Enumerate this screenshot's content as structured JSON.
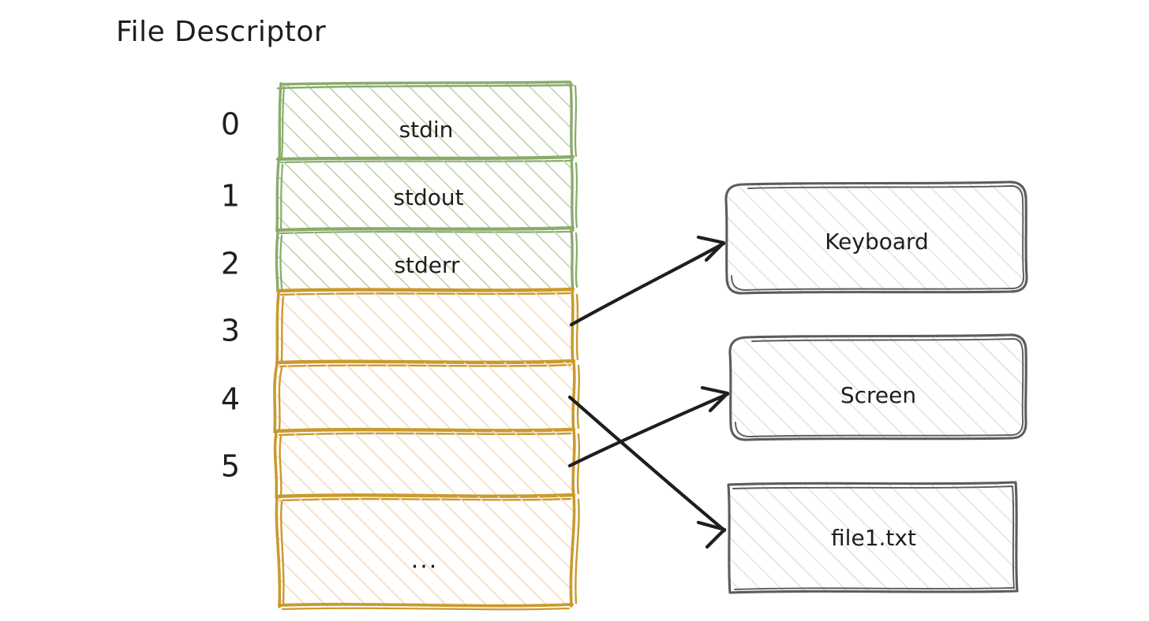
{
  "diagram": {
    "title": "File Descriptor",
    "background_color": "#ffffff"
  },
  "colors": {
    "std_stroke": "#8aab6b",
    "std_fill": "#cfe0c0",
    "other_stroke": "#c99a2e",
    "other_fill": "#f5ddc0",
    "device_stroke": "#5c5c5c",
    "device_fill": "#e9e9e9",
    "arrow": "#1e1e1e",
    "text": "#1e1e1e"
  },
  "fd_table": {
    "label": "File Descriptor",
    "rows": [
      {
        "index": "0",
        "value": "stdin",
        "group": "std"
      },
      {
        "index": "1",
        "value": "stdout",
        "group": "std"
      },
      {
        "index": "2",
        "value": "stderr",
        "group": "std"
      },
      {
        "index": "3",
        "value": "",
        "group": "other"
      },
      {
        "index": "4",
        "value": "",
        "group": "other"
      },
      {
        "index": "5",
        "value": "",
        "group": "other"
      },
      {
        "index": "",
        "value": "...",
        "group": "other"
      }
    ]
  },
  "targets": [
    {
      "id": "keyboard",
      "label": "Keyboard",
      "shape": "rounded"
    },
    {
      "id": "screen",
      "label": "Screen",
      "shape": "rounded"
    },
    {
      "id": "file1",
      "label": "file1.txt",
      "shape": "sharp"
    }
  ],
  "connections": [
    {
      "from_fd": "3",
      "to": "keyboard"
    },
    {
      "from_fd": "4",
      "to": "file1"
    },
    {
      "from_fd": "5",
      "to": "screen"
    }
  ]
}
